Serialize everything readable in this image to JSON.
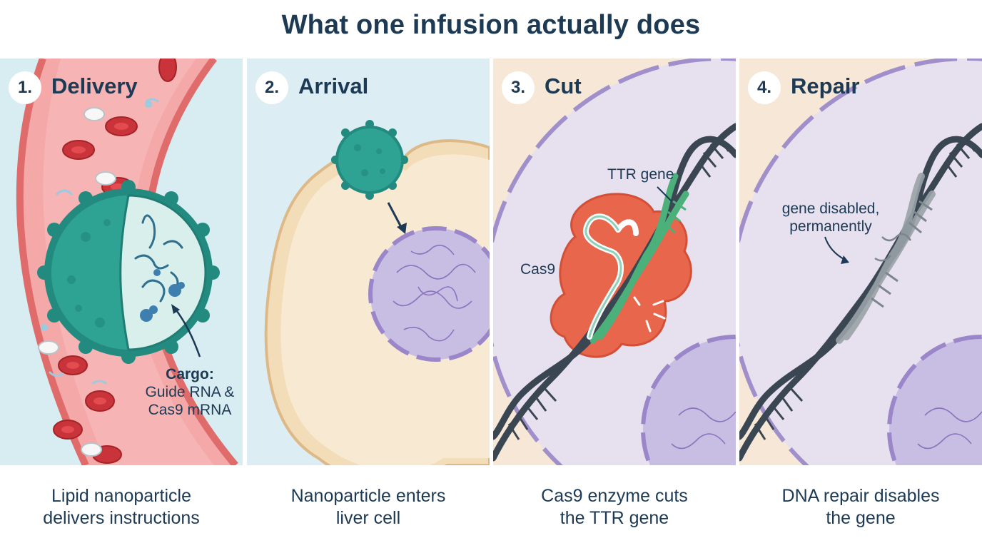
{
  "title": "What one infusion actually does",
  "steps": [
    {
      "number": "1.",
      "title": "Delivery",
      "caption_line1": "Lipid nanoparticle",
      "caption_line2": "delivers instructions",
      "cargo_heading": "Cargo:",
      "cargo_line1": "Guide RNA &",
      "cargo_line2": "Cas9 mRNA"
    },
    {
      "number": "2.",
      "title": "Arrival",
      "caption_line1": "Nanoparticle enters",
      "caption_line2": "liver cell"
    },
    {
      "number": "3.",
      "title": "Cut",
      "caption_line1": "Cas9 enzyme cuts",
      "caption_line2": "the TTR gene",
      "gene_label": "TTR gene",
      "enzyme_label": "Cas9"
    },
    {
      "number": "4.",
      "title": "Repair",
      "caption_line1": "DNA repair disables",
      "caption_line2": "the gene",
      "note_line1": "gene disabled,",
      "note_line2": "permanently"
    }
  ],
  "colors": {
    "heading": "#1d3a55",
    "nanoparticle": "#2b9a8f",
    "blood_vessel": "#ef8a8a",
    "red_cell": "#c9343a",
    "nucleus": "#c8bde3",
    "cas9": "#e8674c",
    "guide_rna": "#4cb07a"
  }
}
